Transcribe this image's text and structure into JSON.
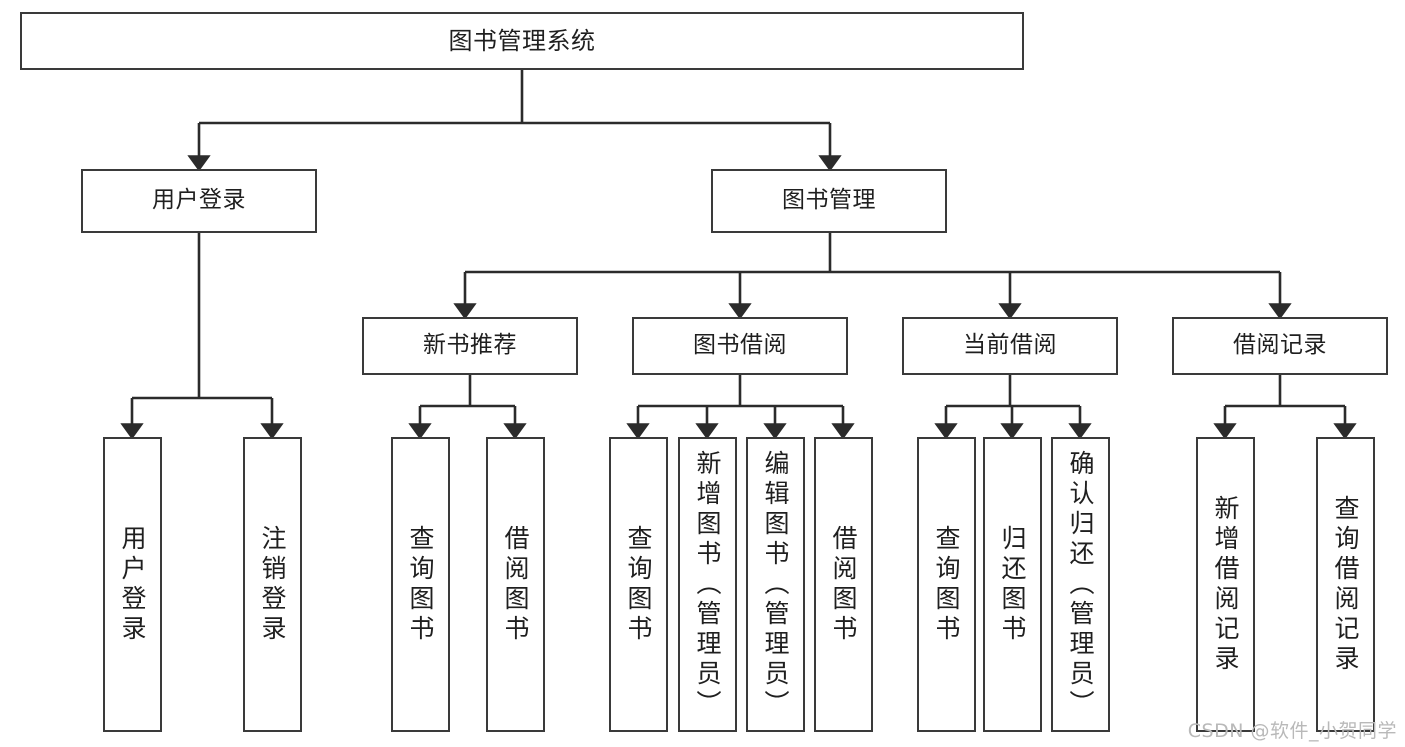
{
  "diagram": {
    "title": "图书管理系统",
    "type": "tree-hierarchy",
    "colors": {
      "box_border": "#3a3a3a",
      "box_fill": "#ffffff",
      "connector": "#2b2b2b",
      "text": "#1f1f1f",
      "watermark": "#b9b9b9",
      "background": "#ffffff"
    },
    "root": {
      "label": "图书管理系统"
    },
    "level2": [
      {
        "label": "用户登录"
      },
      {
        "label": "图书管理"
      }
    ],
    "level3": [
      {
        "label": "新书推荐"
      },
      {
        "label": "图书借阅"
      },
      {
        "label": "当前借阅"
      },
      {
        "label": "借阅记录"
      }
    ],
    "leaves": {
      "user_login": [
        {
          "label": "用户登录"
        },
        {
          "label": "注销登录"
        }
      ],
      "new_book_recommend": [
        {
          "label": "查询图书"
        },
        {
          "label": "借阅图书"
        }
      ],
      "book_borrow": [
        {
          "label": "查询图书"
        },
        {
          "label": "新增图书（管理员）"
        },
        {
          "label": "编辑图书（管理员）"
        },
        {
          "label": "借阅图书"
        }
      ],
      "current_borrow": [
        {
          "label": "查询图书"
        },
        {
          "label": "归还图书"
        },
        {
          "label": "确认归还（管理员）"
        }
      ],
      "borrow_records": [
        {
          "label": "新增借阅记录"
        },
        {
          "label": "查询借阅记录"
        }
      ]
    }
  },
  "watermark": {
    "text": "CSDN @软件_小贺同学"
  }
}
